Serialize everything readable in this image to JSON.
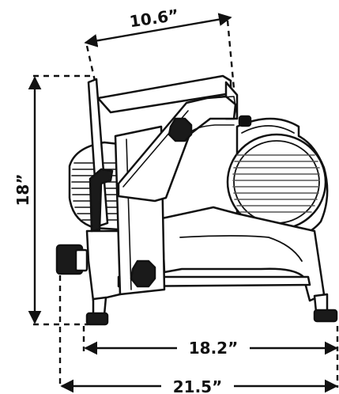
{
  "dimensions": {
    "top_width": "10.6”",
    "height": "18”",
    "base_width": "18.2”",
    "overall_width": "21.5”"
  },
  "colors": {
    "line": "#111111",
    "metal_fill": "#ffffff",
    "dark_part": "#1a1a1a",
    "blade_grating": "#555555"
  }
}
